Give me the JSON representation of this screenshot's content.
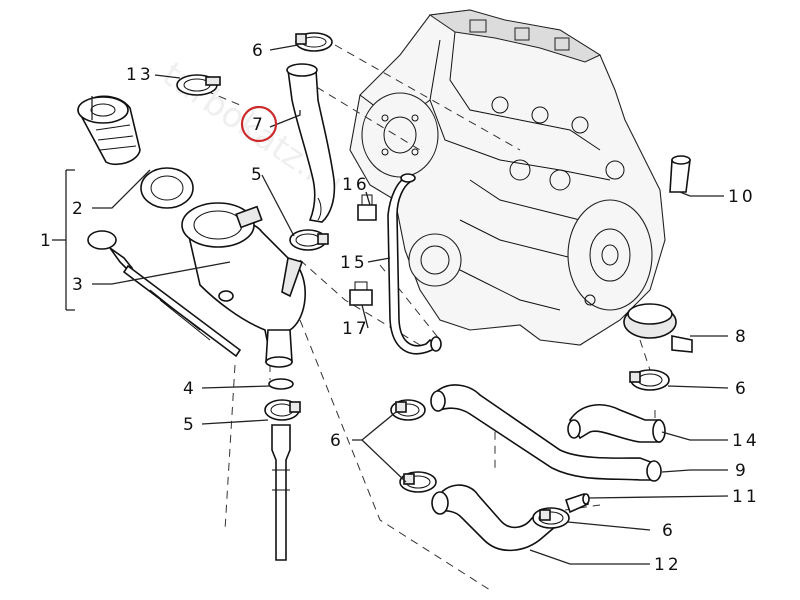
{
  "watermark": "turbokatz.ru",
  "highlight_color": "#cc2a2a",
  "highlighted_label": "7",
  "labels": [
    {
      "id": "1",
      "text": "1"
    },
    {
      "id": "2",
      "text": "2"
    },
    {
      "id": "3",
      "text": "3"
    },
    {
      "id": "4",
      "text": "4"
    },
    {
      "id": "5a",
      "text": "5"
    },
    {
      "id": "5b",
      "text": "5"
    },
    {
      "id": "6a",
      "text": "6"
    },
    {
      "id": "6b",
      "text": "6"
    },
    {
      "id": "6c",
      "text": "6"
    },
    {
      "id": "6d",
      "text": "6"
    },
    {
      "id": "7",
      "text": "7"
    },
    {
      "id": "8",
      "text": "8"
    },
    {
      "id": "9",
      "text": "9"
    },
    {
      "id": "10",
      "text": "10"
    },
    {
      "id": "11",
      "text": "11"
    },
    {
      "id": "12",
      "text": "12"
    },
    {
      "id": "13",
      "text": "13"
    },
    {
      "id": "14",
      "text": "14"
    },
    {
      "id": "15",
      "text": "15"
    },
    {
      "id": "16",
      "text": "16"
    },
    {
      "id": "17",
      "text": "17"
    }
  ]
}
